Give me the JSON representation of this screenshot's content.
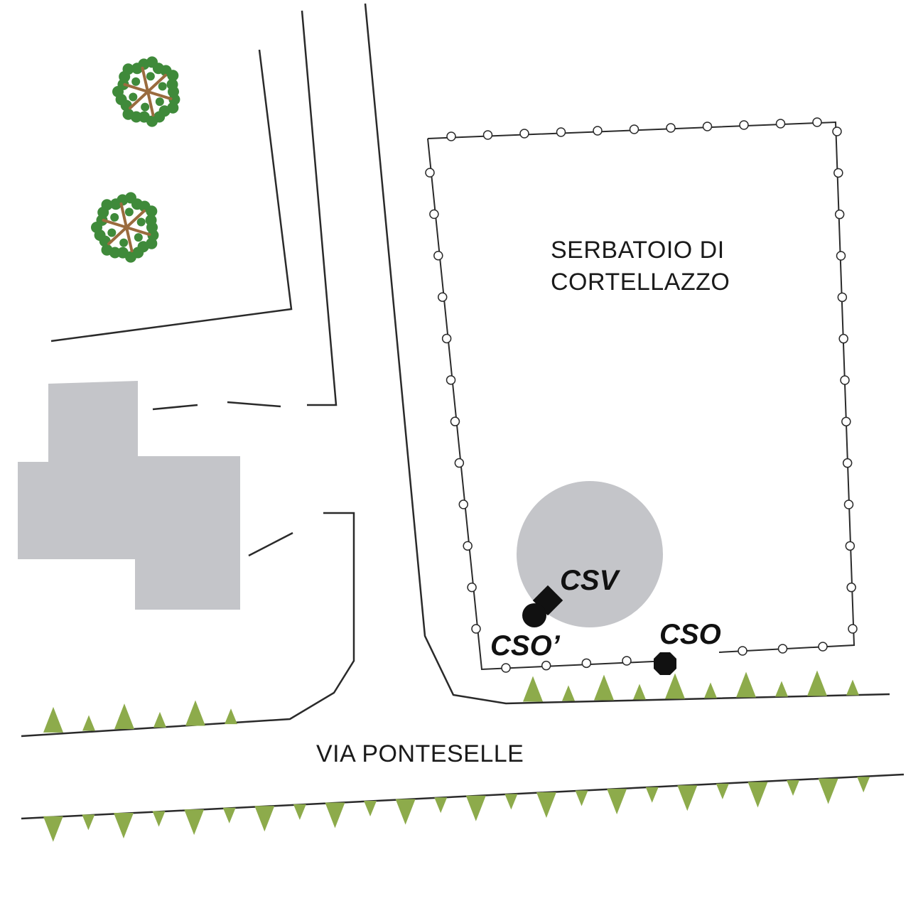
{
  "map": {
    "area_label_line1": "SERBATOIO DI",
    "area_label_line2": "CORTELLAZZO",
    "road_label": "VIA PONTESELLE",
    "points": {
      "csv": "CSV",
      "cso_prime": "CSO’",
      "cso": "CSO"
    },
    "colors": {
      "building": "#c4c5c9",
      "tank": "#c4c5c9",
      "hedge": "#8dab4b",
      "tree_foliage": "#3f8a3a",
      "tree_trunk": "#9a6b3e",
      "line": "#2a2a2a"
    }
  }
}
